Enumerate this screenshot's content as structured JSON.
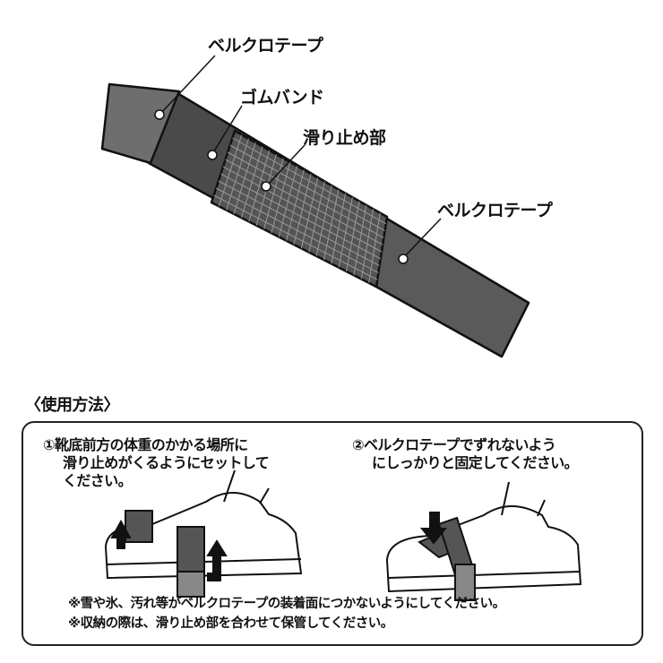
{
  "labels": {
    "velcro_left": "ベルクロテープ",
    "rubber_band": "ゴムバンド",
    "grip": "滑り止め部",
    "velcro_right": "ベルクロテープ"
  },
  "usage": {
    "heading": "〈使用方法〉",
    "step1_lines": [
      "①靴底前方の体重のかかる場所に",
      "滑り止めがくるようにセットして",
      "ください。"
    ],
    "step2_lines": [
      "②ベルクロテープでずれないよう",
      "にしっかりと固定してください。"
    ],
    "notes": [
      "※雪や氷、汚れ等がベルクロテープの装着面につかないようにしてください。",
      "※収納の際は、滑り止め部を合わせて保管してください。"
    ]
  },
  "colors": {
    "band": "#4a4a4a",
    "velcro": "#6e6e6e",
    "outline": "#111111"
  }
}
